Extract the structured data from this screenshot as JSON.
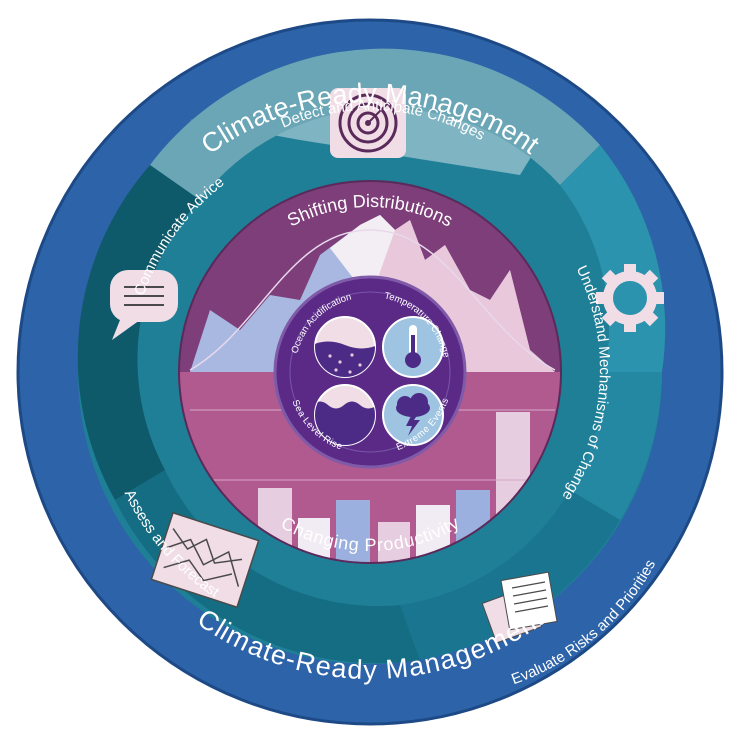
{
  "outer_ring": {
    "title_top": "Climate-Ready Management",
    "title_bottom": "Climate-Ready Management"
  },
  "cycle_steps": {
    "detect": "Detect and Anticipate Changes",
    "understand": "Understand Mechanisms of Change",
    "evaluate": "Evaluate Risks and Priorities",
    "assess": "Assess and Forecast",
    "communicate": "Communicate Advice"
  },
  "middle_ring": {
    "top_label": "Shifting Distributions",
    "bottom_label": "Changing Productivity"
  },
  "center_drivers": {
    "ocean_acidification": "Ocean Acidification",
    "temperature_change": "Temperature Change",
    "sea_level_rise": "Sea Level Rise",
    "extreme_events": "Extreme Events"
  },
  "colors": {
    "outer_ring": "#2d63a8",
    "cycle_teal_light": "#5b9db0",
    "cycle_teal": "#1f7f97",
    "cycle_teal_dark": "#0f5a6a",
    "middle_ring": "#7a3b78",
    "center": "#5a2a86",
    "icon_bg": "#f0dde6"
  },
  "icons": [
    "radar-icon",
    "gear-icon",
    "documents-icon",
    "forecast-chart-icon",
    "speech-bubble-icon"
  ]
}
